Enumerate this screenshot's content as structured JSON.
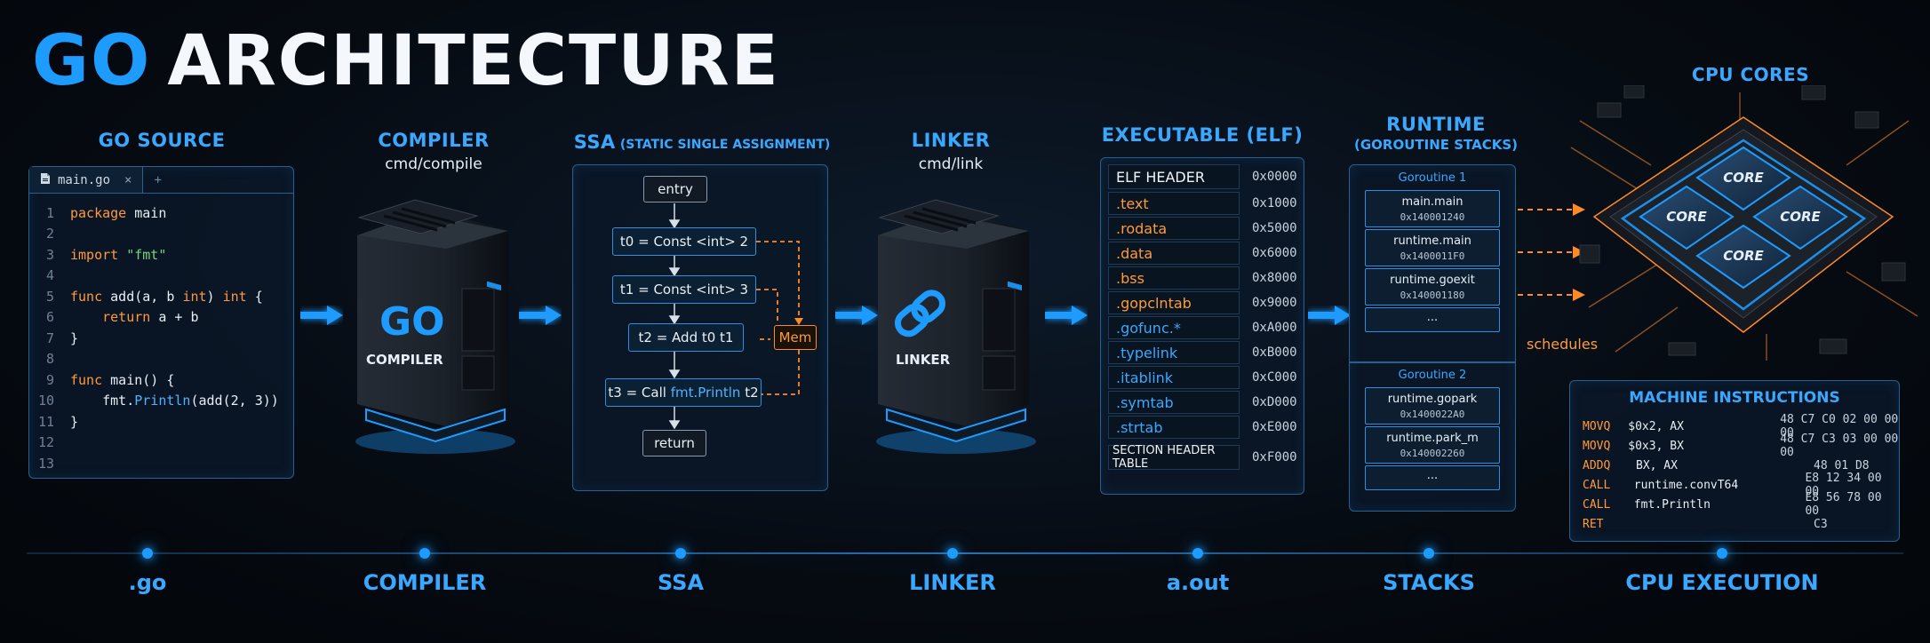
{
  "title": {
    "go": "GO",
    "rest": "ARCHITECTURE"
  },
  "stages": {
    "source": {
      "title": "GO SOURCE"
    },
    "compiler": {
      "title": "COMPILER",
      "sub": "cmd/compile",
      "badge_logo": "GO",
      "badge_text": "COMPILER"
    },
    "ssa": {
      "title": "SSA",
      "title_suffix": "(STATIC SINGLE ASSIGNMENT)"
    },
    "linker": {
      "title": "LINKER",
      "sub": "cmd/link",
      "badge_text": "LINKER"
    },
    "elf": {
      "title": "EXECUTABLE (ELF)"
    },
    "runtime": {
      "title": "RUNTIME",
      "sub": "(GOROUTINE STACKS)"
    },
    "cpu": {
      "title": "CPU CORES",
      "core_label": "CORE",
      "schedules_label": "schedules"
    }
  },
  "editor": {
    "tab_label": "main.go",
    "tab_close": "×",
    "tab_plus": "+",
    "lines": [
      {
        "n": "1",
        "parts": [
          [
            "kw",
            "package"
          ],
          [
            "",
            " main"
          ]
        ]
      },
      {
        "n": "2",
        "parts": []
      },
      {
        "n": "3",
        "parts": [
          [
            "kw",
            "import"
          ],
          [
            "",
            " "
          ],
          [
            "str",
            "\"fmt\""
          ]
        ]
      },
      {
        "n": "4",
        "parts": []
      },
      {
        "n": "5",
        "parts": [
          [
            "kw",
            "func"
          ],
          [
            "",
            " add(a, b "
          ],
          [
            "kw",
            "int"
          ],
          [
            "",
            ") "
          ],
          [
            "kw",
            "int"
          ],
          [
            "",
            " {"
          ]
        ]
      },
      {
        "n": "6",
        "parts": [
          [
            "",
            "    "
          ],
          [
            "kw",
            "return"
          ],
          [
            "",
            " a + b"
          ]
        ]
      },
      {
        "n": "7",
        "parts": [
          [
            "",
            "}"
          ]
        ]
      },
      {
        "n": "8",
        "parts": []
      },
      {
        "n": "9",
        "parts": [
          [
            "kw",
            "func"
          ],
          [
            "",
            " main() {"
          ]
        ]
      },
      {
        "n": "10",
        "parts": [
          [
            "",
            "    fmt."
          ],
          [
            "fn",
            "Println"
          ],
          [
            "",
            "(add(2, 3))"
          ]
        ]
      },
      {
        "n": "11",
        "parts": [
          [
            "",
            "}"
          ]
        ]
      },
      {
        "n": "12",
        "parts": []
      },
      {
        "n": "13",
        "parts": []
      }
    ]
  },
  "ssa": {
    "entry": "entry",
    "t0": "t0 = Const <int> 2",
    "t1": "t1 = Const <int> 3",
    "t2": "t2 = Add t0 t1",
    "t3_prefix": "t3 = Call ",
    "t3_fn": "fmt.Println",
    "t3_suffix": " t2",
    "ret": "return",
    "mem": "Mem"
  },
  "elf": {
    "rows": [
      {
        "name": "ELF HEADER",
        "addr": "0x0000",
        "style": "white"
      },
      {
        "name": ".text",
        "addr": "0x1000",
        "style": "orange"
      },
      {
        "name": ".rodata",
        "addr": "0x5000",
        "style": "orange"
      },
      {
        "name": ".data",
        "addr": "0x6000",
        "style": "orange"
      },
      {
        "name": ".bss",
        "addr": "0x8000",
        "style": "orange"
      },
      {
        "name": ".gopclntab",
        "addr": "0x9000",
        "style": "orange"
      },
      {
        "name": ".gofunc.*",
        "addr": "0xA000",
        "style": "blue"
      },
      {
        "name": ".typelink",
        "addr": "0xB000",
        "style": "blue"
      },
      {
        "name": ".itablink",
        "addr": "0xC000",
        "style": "blue"
      },
      {
        "name": ".symtab",
        "addr": "0xD000",
        "style": "blue"
      },
      {
        "name": ".strtab",
        "addr": "0xE000",
        "style": "blue"
      },
      {
        "name": "SECTION HEADER TABLE",
        "addr": "0xF000",
        "style": "white-small"
      }
    ]
  },
  "runtime": {
    "g1_title": "Goroutine 1",
    "g1": [
      {
        "f": "main.main",
        "a": "0x140001240"
      },
      {
        "f": "runtime.main",
        "a": "0x1400011F0"
      },
      {
        "f": "runtime.goexit",
        "a": "0x140001180"
      }
    ],
    "g1_more": "...",
    "g2_title": "Goroutine 2",
    "g2": [
      {
        "f": "runtime.gopark",
        "a": "0x1400022A0"
      },
      {
        "f": "runtime.park_m",
        "a": "0x140002260"
      }
    ],
    "g2_more": "..."
  },
  "machine": {
    "title": "MACHINE INSTRUCTIONS",
    "rows": [
      {
        "op": "MOVQ",
        "args": "$0x2, AX",
        "bytes": "48 C7 C0 02 00 00 00"
      },
      {
        "op": "MOVQ",
        "args": "$0x3, BX",
        "bytes": "48 C7 C3 03 00 00 00"
      },
      {
        "op": "ADDQ",
        "args": "BX, AX",
        "bytes": "48 01 D8"
      },
      {
        "op": "CALL",
        "args": "runtime.convT64",
        "bytes": "E8 12 34 00 00"
      },
      {
        "op": "CALL",
        "args": "fmt.Println",
        "bytes": "E8 56 78 00 00"
      },
      {
        "op": "RET",
        "args": "",
        "bytes": "C3"
      }
    ]
  },
  "timeline": [
    {
      "label": ".go"
    },
    {
      "label": "COMPILER"
    },
    {
      "label": "SSA"
    },
    {
      "label": "LINKER"
    },
    {
      "label": "a.out"
    },
    {
      "label": "STACKS"
    },
    {
      "label": "CPU EXECUTION"
    }
  ],
  "colors": {
    "accent": "#1d9bff",
    "orange": "#ff9a3c",
    "background": "#060b12"
  }
}
